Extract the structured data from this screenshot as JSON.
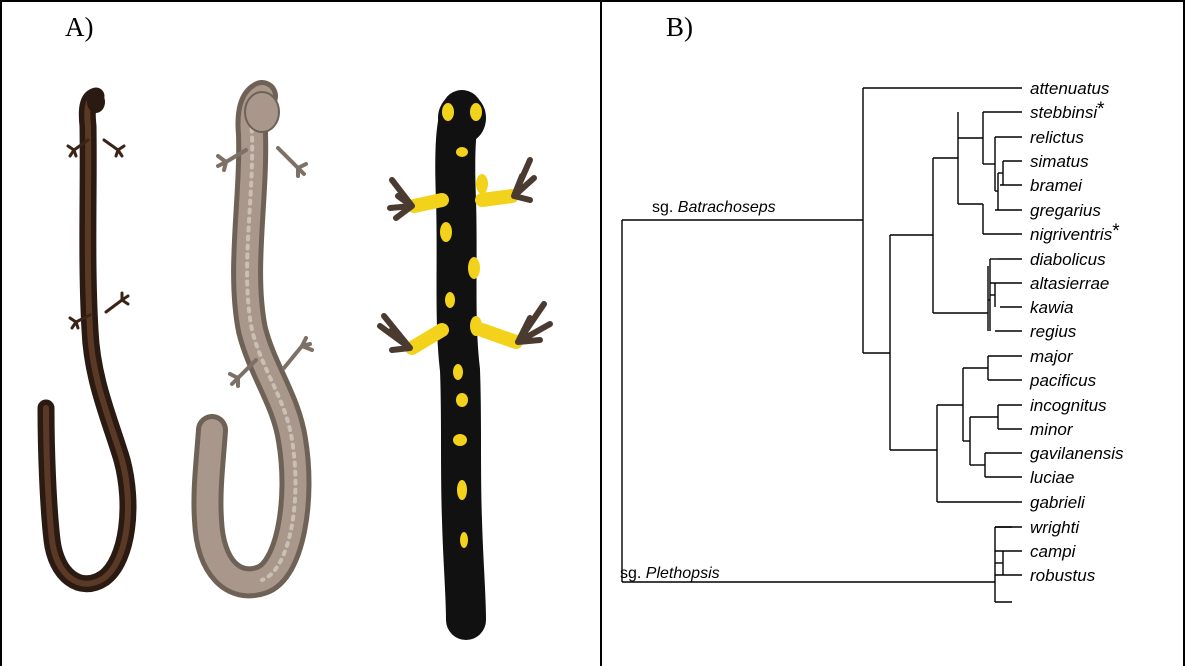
{
  "panels": {
    "a_label": "A)",
    "b_label": "B)"
  },
  "tree": {
    "clade_batrachoseps": {
      "prefix": "sg.",
      "name": "Batrachoseps"
    },
    "clade_plethopsis": {
      "prefix": "sg.",
      "name": "Plethopsis"
    },
    "star_mark": "*",
    "taxa": [
      {
        "id": "attenuatus",
        "label": "attenuatus",
        "star": false
      },
      {
        "id": "stebbinsi",
        "label": "stebbinsi",
        "star": true
      },
      {
        "id": "relictus",
        "label": "relictus",
        "star": false
      },
      {
        "id": "simatus",
        "label": "simatus",
        "star": false
      },
      {
        "id": "bramei",
        "label": "bramei",
        "star": false
      },
      {
        "id": "gregarius",
        "label": "gregarius",
        "star": false
      },
      {
        "id": "nigriventris",
        "label": "nigriventris",
        "star": true
      },
      {
        "id": "diabolicus",
        "label": "diabolicus",
        "star": false
      },
      {
        "id": "altasierrae",
        "label": "altasierrae",
        "star": false
      },
      {
        "id": "kawia",
        "label": "kawia",
        "star": false
      },
      {
        "id": "regius",
        "label": "regius",
        "star": false
      },
      {
        "id": "major",
        "label": "major",
        "star": false
      },
      {
        "id": "pacificus",
        "label": "pacificus",
        "star": false
      },
      {
        "id": "incognitus",
        "label": "incognitus",
        "star": false
      },
      {
        "id": "minor",
        "label": "minor",
        "star": false
      },
      {
        "id": "gavilanensis",
        "label": "gavilanensis",
        "star": false
      },
      {
        "id": "luciae",
        "label": "luciae",
        "star": false
      },
      {
        "id": "gabrieli",
        "label": "gabrieli",
        "star": false
      },
      {
        "id": "wrighti",
        "label": "wrighti",
        "star": false
      },
      {
        "id": "campi",
        "label": "campi",
        "star": false
      },
      {
        "id": "robustus",
        "label": "robustus",
        "star": false
      }
    ]
  },
  "colors": {
    "salamander_dark": "#3a2418",
    "salamander_brown_gray": "#a8978a",
    "fire_black": "#111111",
    "fire_yellow": "#f2d21a"
  }
}
